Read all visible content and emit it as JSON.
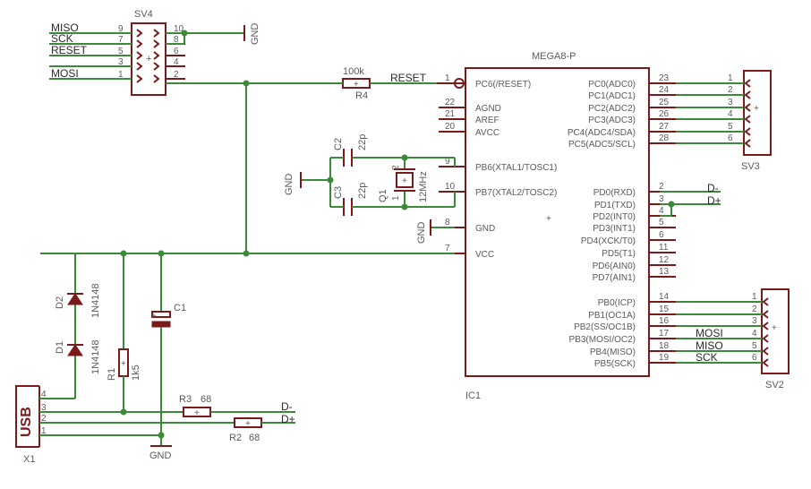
{
  "sv4": {
    "name": "SV4",
    "left_nets": [
      "MISO",
      "SCK",
      "RESET",
      "",
      "MOSI"
    ],
    "left_pins": [
      "9",
      "7",
      "5",
      "3",
      "1"
    ],
    "right_pins": [
      "10",
      "8",
      "6",
      "4",
      "2"
    ],
    "gnd": "GND"
  },
  "ic1": {
    "part": "MEGA8-P",
    "ref": "IC1",
    "left_pins": [
      {
        "num": "1",
        "name": "PC6(/RESET)"
      },
      {
        "num": "22",
        "name": "AGND"
      },
      {
        "num": "21",
        "name": "AREF"
      },
      {
        "num": "20",
        "name": "AVCC"
      },
      {
        "num": "9",
        "name": "PB6(XTAL1/TOSC1)"
      },
      {
        "num": "10",
        "name": "PB7(XTAL2/TOSC2)"
      },
      {
        "num": "8",
        "name": "GND"
      },
      {
        "num": "7",
        "name": "VCC"
      }
    ],
    "right_pins": [
      {
        "num": "23",
        "name": "PC0(ADC0)"
      },
      {
        "num": "24",
        "name": "PC1(ADC1)"
      },
      {
        "num": "25",
        "name": "PC2(ADC2)"
      },
      {
        "num": "26",
        "name": "PC3(ADC3)"
      },
      {
        "num": "27",
        "name": "PC4(ADC4/SDA)"
      },
      {
        "num": "28",
        "name": "PC5(ADC5/SCL)"
      },
      {
        "num": "2",
        "name": "PD0(RXD)"
      },
      {
        "num": "3",
        "name": "PD1(TXD)"
      },
      {
        "num": "4",
        "name": "PD2(INT0)"
      },
      {
        "num": "5",
        "name": "PD3(INT1)"
      },
      {
        "num": "6",
        "name": "PD4(XCK/T0)"
      },
      {
        "num": "11",
        "name": "PD5(T1)"
      },
      {
        "num": "12",
        "name": "PD6(AIN0)"
      },
      {
        "num": "13",
        "name": "PD7(AIN1)"
      },
      {
        "num": "14",
        "name": "PB0(ICP)"
      },
      {
        "num": "15",
        "name": "PB1(OC1A)"
      },
      {
        "num": "16",
        "name": "PB2(SS/OC1B)"
      },
      {
        "num": "17",
        "name": "PB3(MOSI/OC2)"
      },
      {
        "num": "18",
        "name": "PB4(MISO)"
      },
      {
        "num": "19",
        "name": "PB5(SCK)"
      }
    ],
    "gnd": "GND"
  },
  "r4": {
    "ref": "R4",
    "value": "100k",
    "net": "RESET"
  },
  "c2": {
    "ref": "C2",
    "value": "22p"
  },
  "c3": {
    "ref": "C3",
    "value": "22p"
  },
  "q1": {
    "ref": "Q1",
    "value": "12MHz"
  },
  "crystal_gnd": "GND",
  "sv3": {
    "name": "SV3",
    "pins": [
      "1",
      "2",
      "3",
      "4",
      "5",
      "6"
    ]
  },
  "sv2": {
    "name": "SV2",
    "pins": [
      "1",
      "2",
      "3",
      "4",
      "5",
      "6"
    ],
    "nets": [
      "",
      "",
      "",
      "MOSI",
      "MISO",
      "SCK"
    ]
  },
  "pd_nets": {
    "d_minus": "D-",
    "d_plus": "D+"
  },
  "d1": {
    "ref": "D1",
    "value": "1N4148"
  },
  "d2": {
    "ref": "D2",
    "value": "1N4148"
  },
  "r1": {
    "ref": "R1",
    "value": "1k5"
  },
  "c1": {
    "ref": "C1"
  },
  "r3": {
    "ref": "R3",
    "value": "68",
    "net": "D-"
  },
  "r2": {
    "ref": "R2",
    "value": "68",
    "net": "D+"
  },
  "usb": {
    "ref": "X1",
    "label": "USB",
    "pins": [
      "4",
      "3",
      "2",
      "1"
    ]
  },
  "gnd_bottom": "GND"
}
